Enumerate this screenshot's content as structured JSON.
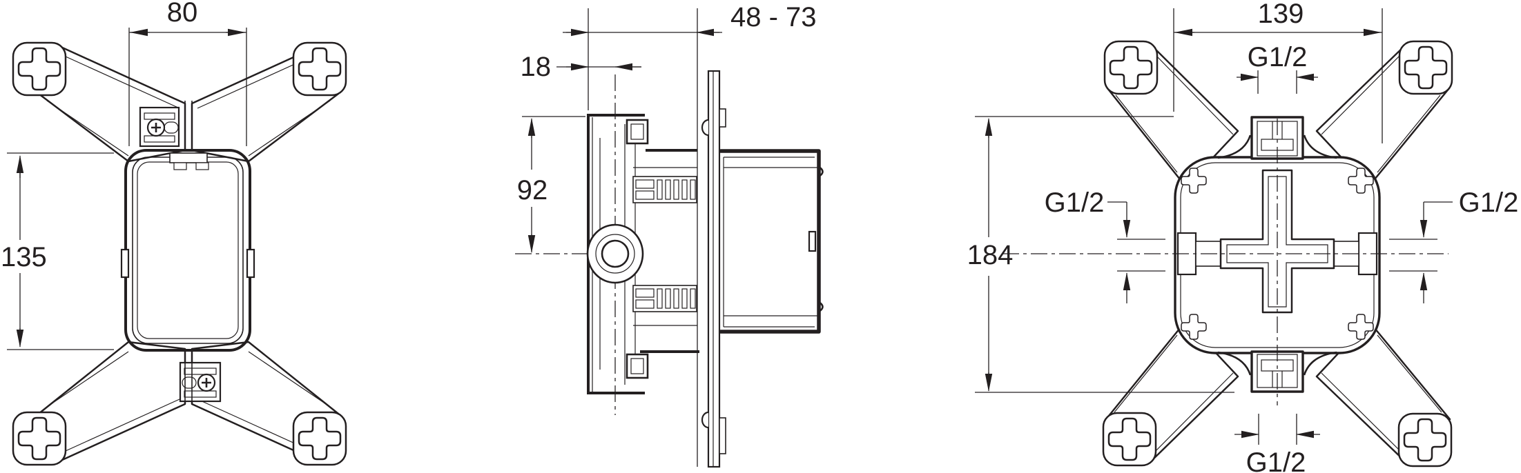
{
  "drawing": {
    "background": "#ffffff",
    "line_color": "#231f20",
    "views": {
      "front": {
        "dims": {
          "width": "80",
          "height": "135"
        }
      },
      "side": {
        "dims": {
          "wall_offset": "18",
          "depth_range": "48 - 73",
          "center_height": "92"
        }
      },
      "back": {
        "dims": {
          "width": "139",
          "height": "184",
          "thread_top": "G1/2",
          "thread_left": "G1/2",
          "thread_right": "G1/2",
          "thread_bottom": "G1/2"
        }
      }
    }
  }
}
